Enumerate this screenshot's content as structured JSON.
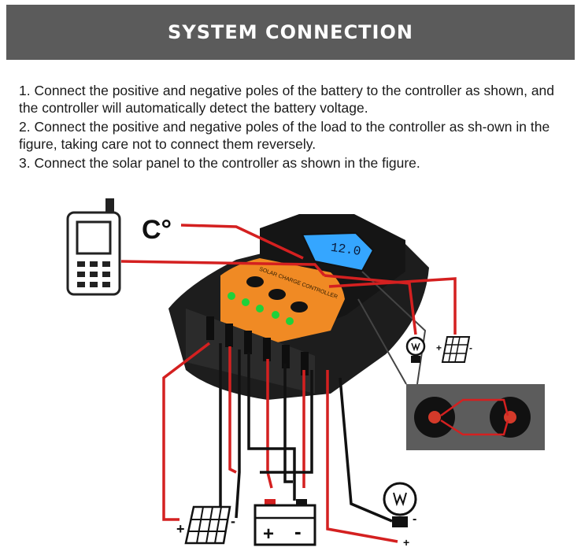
{
  "header": {
    "title": "SYSTEM CONNECTION"
  },
  "instructions": [
    "1. Connect the positive and negative poles of the battery to the controller as shown, and the controller will automatically detect the battery voltage.",
    "2. Connect the positive and negative poles of the load to the controller as sh-own in the figure, taking care not to connect them reversely.",
    "3. Connect the solar panel to the controller as shown in the figure."
  ],
  "diagram": {
    "temperature_label": "C°",
    "display_reading": "12.0",
    "device_label": "SOLAR CHARGE CONTROLLER",
    "plus_sign": "+",
    "minus_sign": "-",
    "icons": [
      "phone-icon",
      "solar-panel-icon",
      "battery-icon",
      "light-bulb-icon"
    ],
    "colors": {
      "banner": "#5b5b5b",
      "positive_wire": "#d42020",
      "negative_wire": "#111111",
      "panel_orange": "#f08a24",
      "display": "#35a6ff"
    }
  }
}
